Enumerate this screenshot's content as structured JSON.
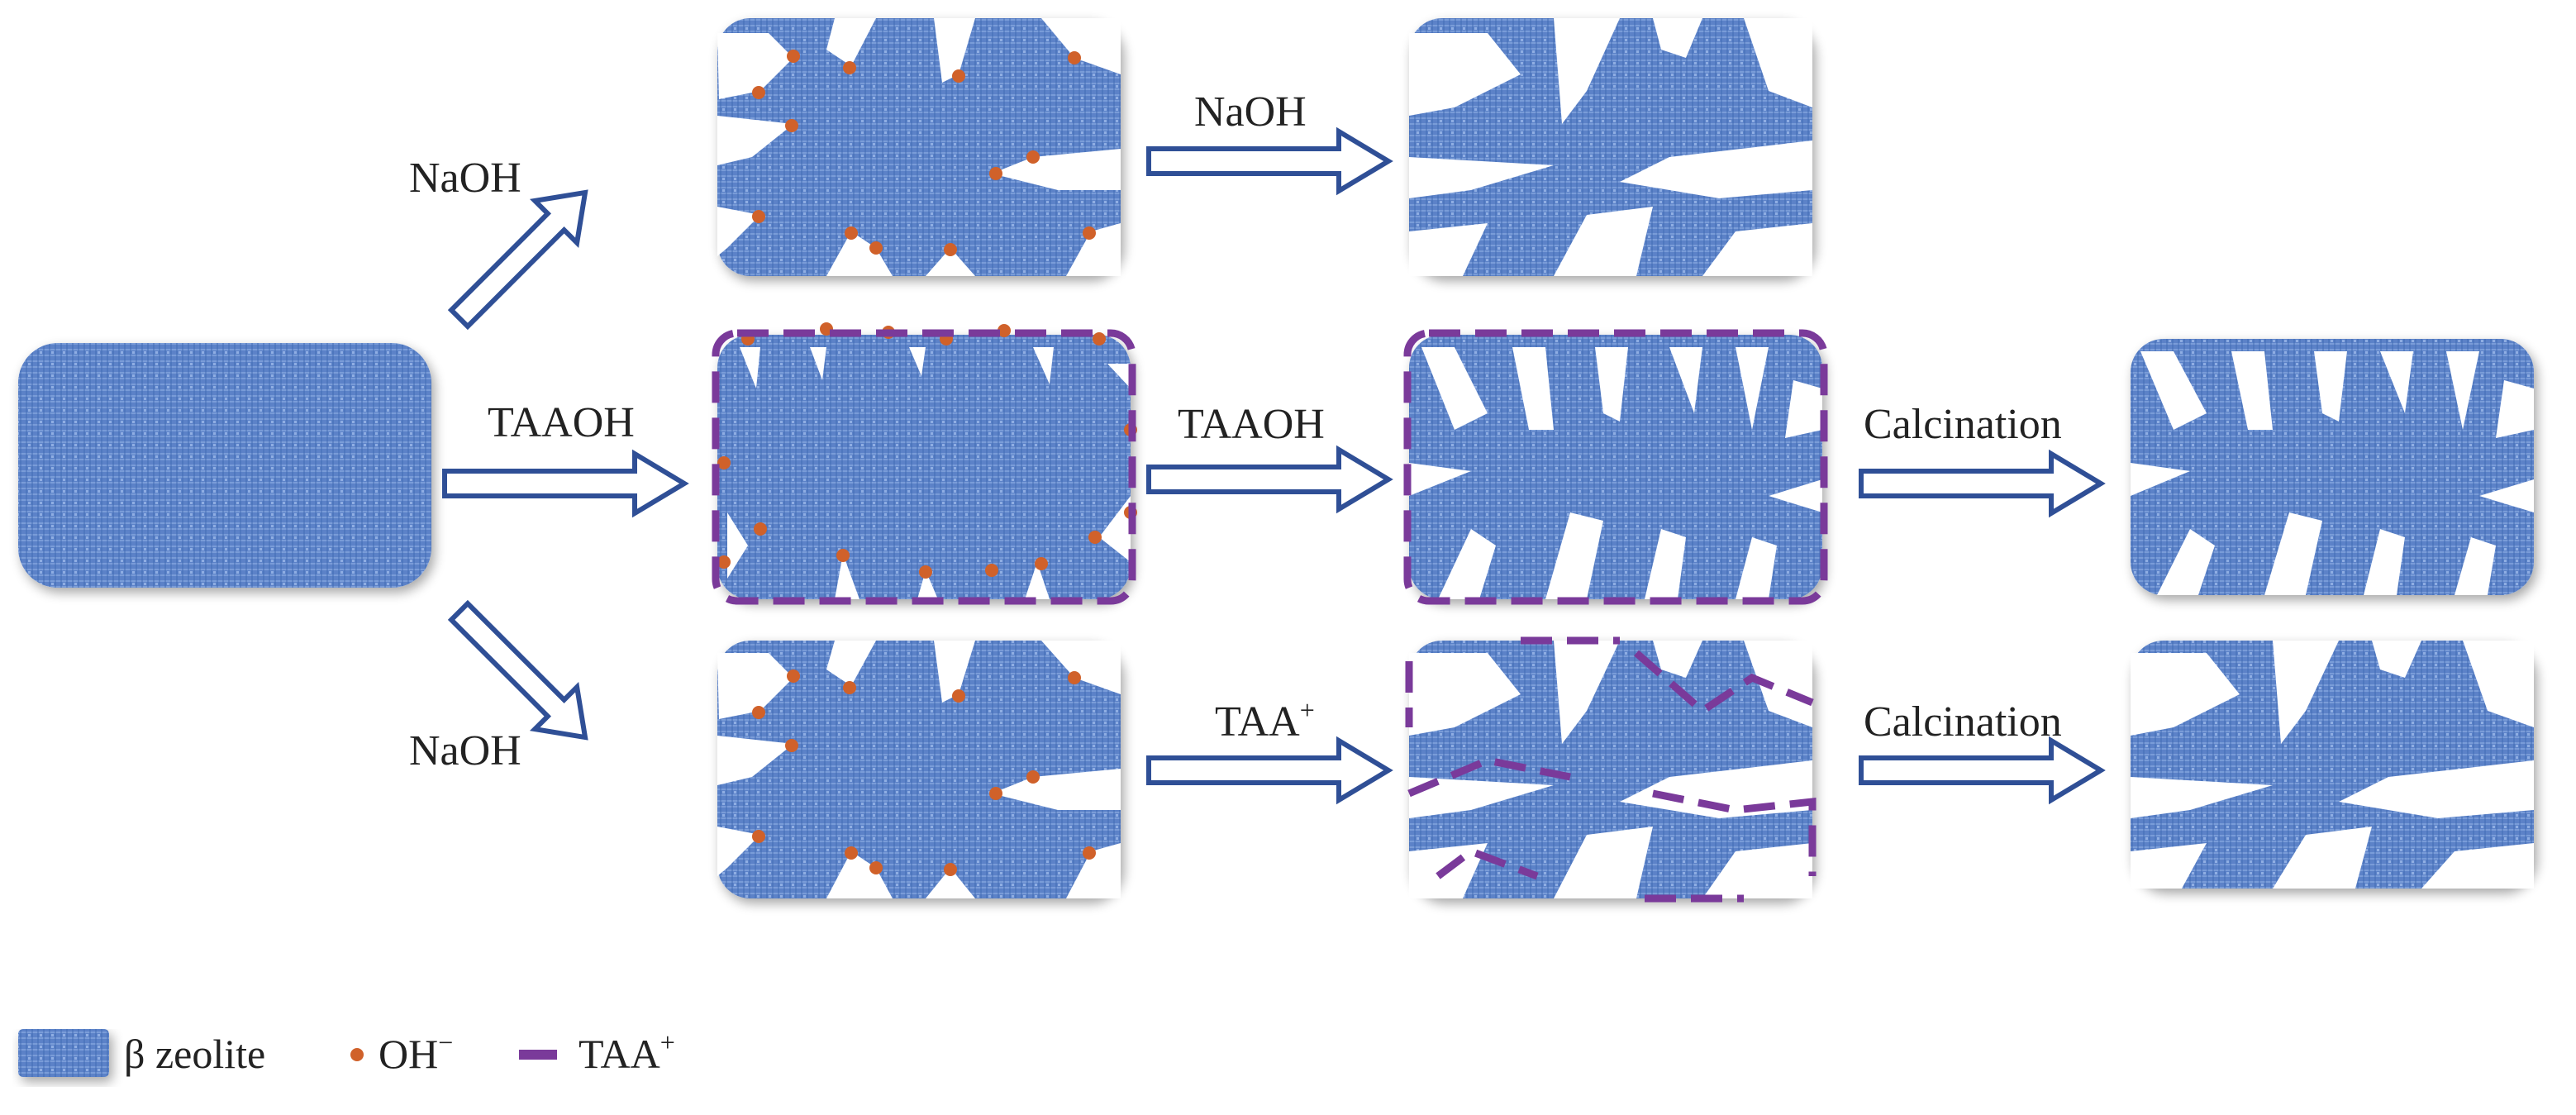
{
  "colors": {
    "zeolite": "#5b82c8",
    "zeolite_dark": "#3e67b0",
    "zeolite_light": "#8fb0e4",
    "pore": "#ffffff",
    "hydroxide_dot": "#d0612a",
    "taa_dash": "#7a3a9a",
    "arrow_stroke": "#2f4f96",
    "shadow": "#c7c7c7"
  },
  "labels": {
    "upper_branch_reagent": "NaOH",
    "middle_branch_reagent": "TAAOH",
    "lower_branch_reagent": "NaOH",
    "upper_second_step": "NaOH",
    "middle_second_step": "TAAOH",
    "lower_second_step": "TAA",
    "lower_second_step_charge": "+",
    "middle_third_step": "Calcination",
    "lower_third_step": "Calcination"
  },
  "legend": {
    "zeolite_label": "β zeolite",
    "hydroxide_label": "OH",
    "hydroxide_charge": "−",
    "taa_label": "TAA",
    "taa_charge": "+"
  },
  "icons": {
    "zeolite_swatch": "zeolite-texture-block",
    "hydroxide": "orange-dot",
    "taa": "purple-dash",
    "arrows": "hollow-block-arrow"
  }
}
